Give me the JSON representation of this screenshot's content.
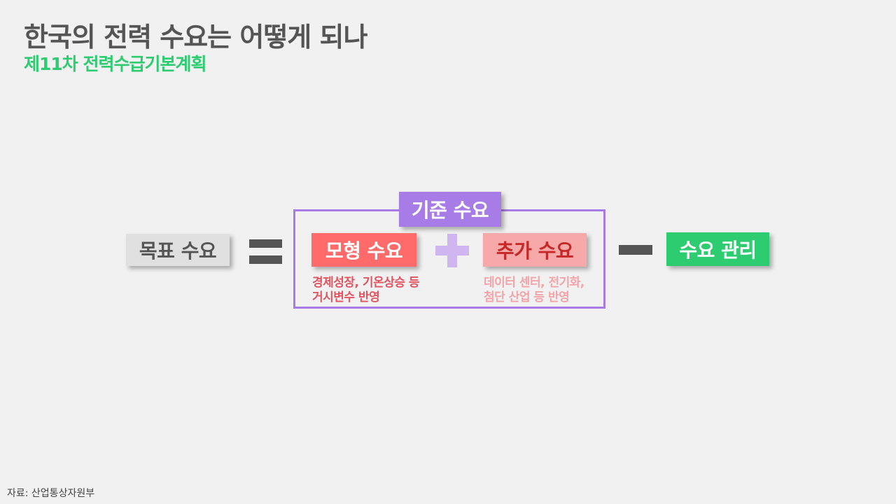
{
  "title": "한국의 전력 수요는 어떻게 되나",
  "subtitle": "제11차 전력수급기본계획",
  "diagram": {
    "target_demand": "목표 수요",
    "baseline_label": "기준 수요",
    "model_demand": {
      "label": "모형 수요",
      "note_line1": "경제성장, 기온상승 등",
      "note_line2": "거시변수 반영"
    },
    "additional_demand": {
      "label": "추가 수요",
      "note_line1": "데이터 센터, 전기화,",
      "note_line2": "첨단 산업 등 반영"
    },
    "demand_management": "수요 관리"
  },
  "source": "자료: 산업통상자원부",
  "colors": {
    "title": "#555555",
    "accent_green": "#2ecc71",
    "baseline_purple": "#a77ce6",
    "model_red": "#ff6b6b",
    "additional_pink": "#f7a8a8",
    "plus_lavender": "#d0b6f0",
    "operator_gray": "#555555"
  }
}
